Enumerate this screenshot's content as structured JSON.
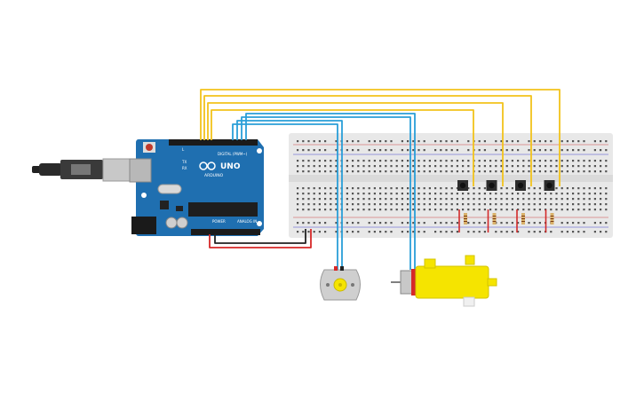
{
  "board": {
    "brand": "UNO",
    "sub_brand": "ARDUINO",
    "digital_label": "DIGITAL (PWM~)",
    "power_label": "POWER",
    "analog_label": "ANALOG IN",
    "pin_labels": [
      "TX",
      "RX",
      "L"
    ]
  },
  "colors": {
    "board": "#1f6fb0",
    "board_dark": "#15568c",
    "breadboard": "#e8e8e8",
    "wire_yellow": "#f2c31b",
    "wire_blue": "#2a9fd8",
    "wire_red": "#d62828",
    "wire_black": "#222222",
    "motor_yellow": "#f5e400",
    "resistor_red": "#d22a2a"
  },
  "icons": {
    "usb_plug": "usb-plug-icon",
    "dc_motor": "dc-motor-icon",
    "gear_motor": "gear-motor-icon",
    "pushbutton": "pushbutton-icon",
    "resistor": "resistor-icon"
  },
  "components": {
    "pushbuttons": 4,
    "resistors": 4,
    "motors": 2
  }
}
